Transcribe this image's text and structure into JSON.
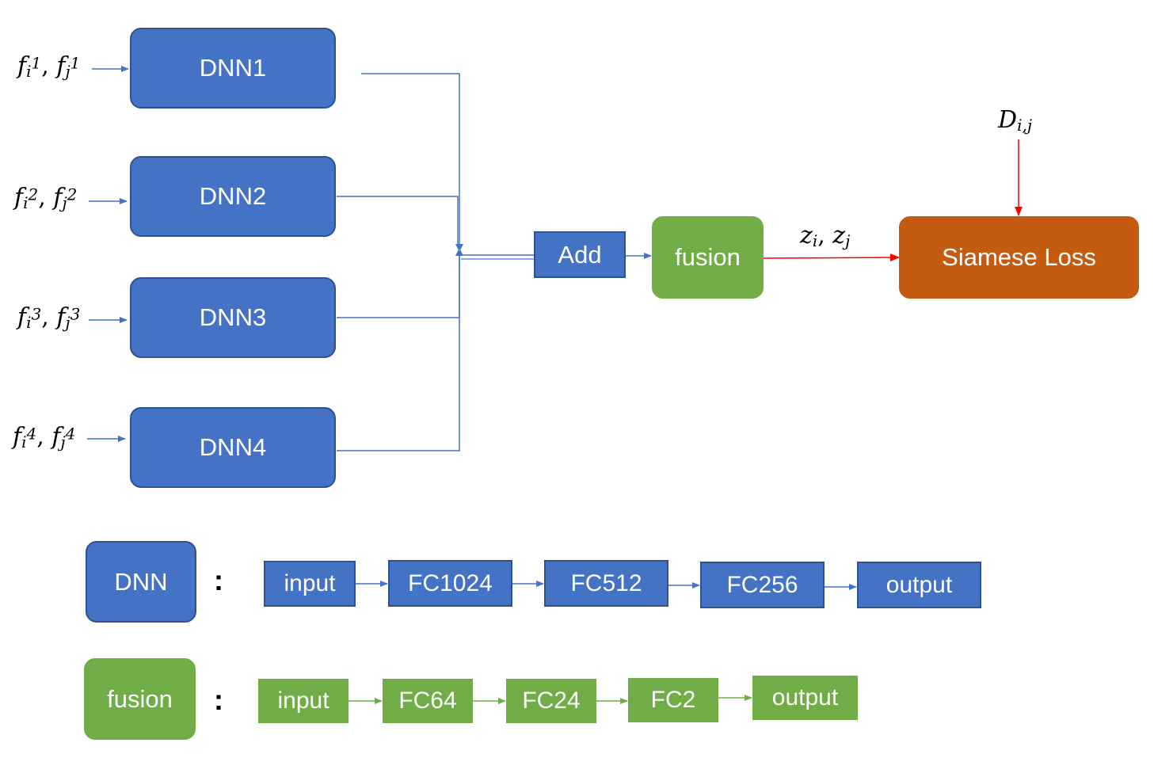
{
  "diagram": {
    "inputs": [
      {
        "f": "f",
        "i_sub": "i",
        "j_sub": "j",
        "sup": "1"
      },
      {
        "f": "f",
        "i_sub": "i",
        "j_sub": "j",
        "sup": "2"
      },
      {
        "f": "f",
        "i_sub": "i",
        "j_sub": "j",
        "sup": "3"
      },
      {
        "f": "f",
        "i_sub": "i",
        "j_sub": "j",
        "sup": "4"
      }
    ],
    "dnn_blocks": [
      "DNN1",
      "DNN2",
      "DNN3",
      "DNN4"
    ],
    "add_label": "Add",
    "fusion_label": "fusion",
    "loss_label": "Siamese Loss",
    "z_label": {
      "z": "z",
      "i_sub": "i",
      "j_sub": "j"
    },
    "d_label": {
      "d": "D",
      "sub": "i,j"
    },
    "colors": {
      "blue": "#4472c4",
      "green": "#70ad47",
      "orange": "#c55a11",
      "red_arrow": "#ff0000"
    }
  },
  "legend": {
    "dnn": {
      "name": "DNN",
      "colon": ":",
      "layers": [
        "input",
        "FC1024",
        "FC512",
        "FC256",
        "output"
      ]
    },
    "fusion": {
      "name": "fusion",
      "colon": ":",
      "layers": [
        "input",
        "FC64",
        "FC24",
        "FC2",
        "output"
      ]
    }
  }
}
